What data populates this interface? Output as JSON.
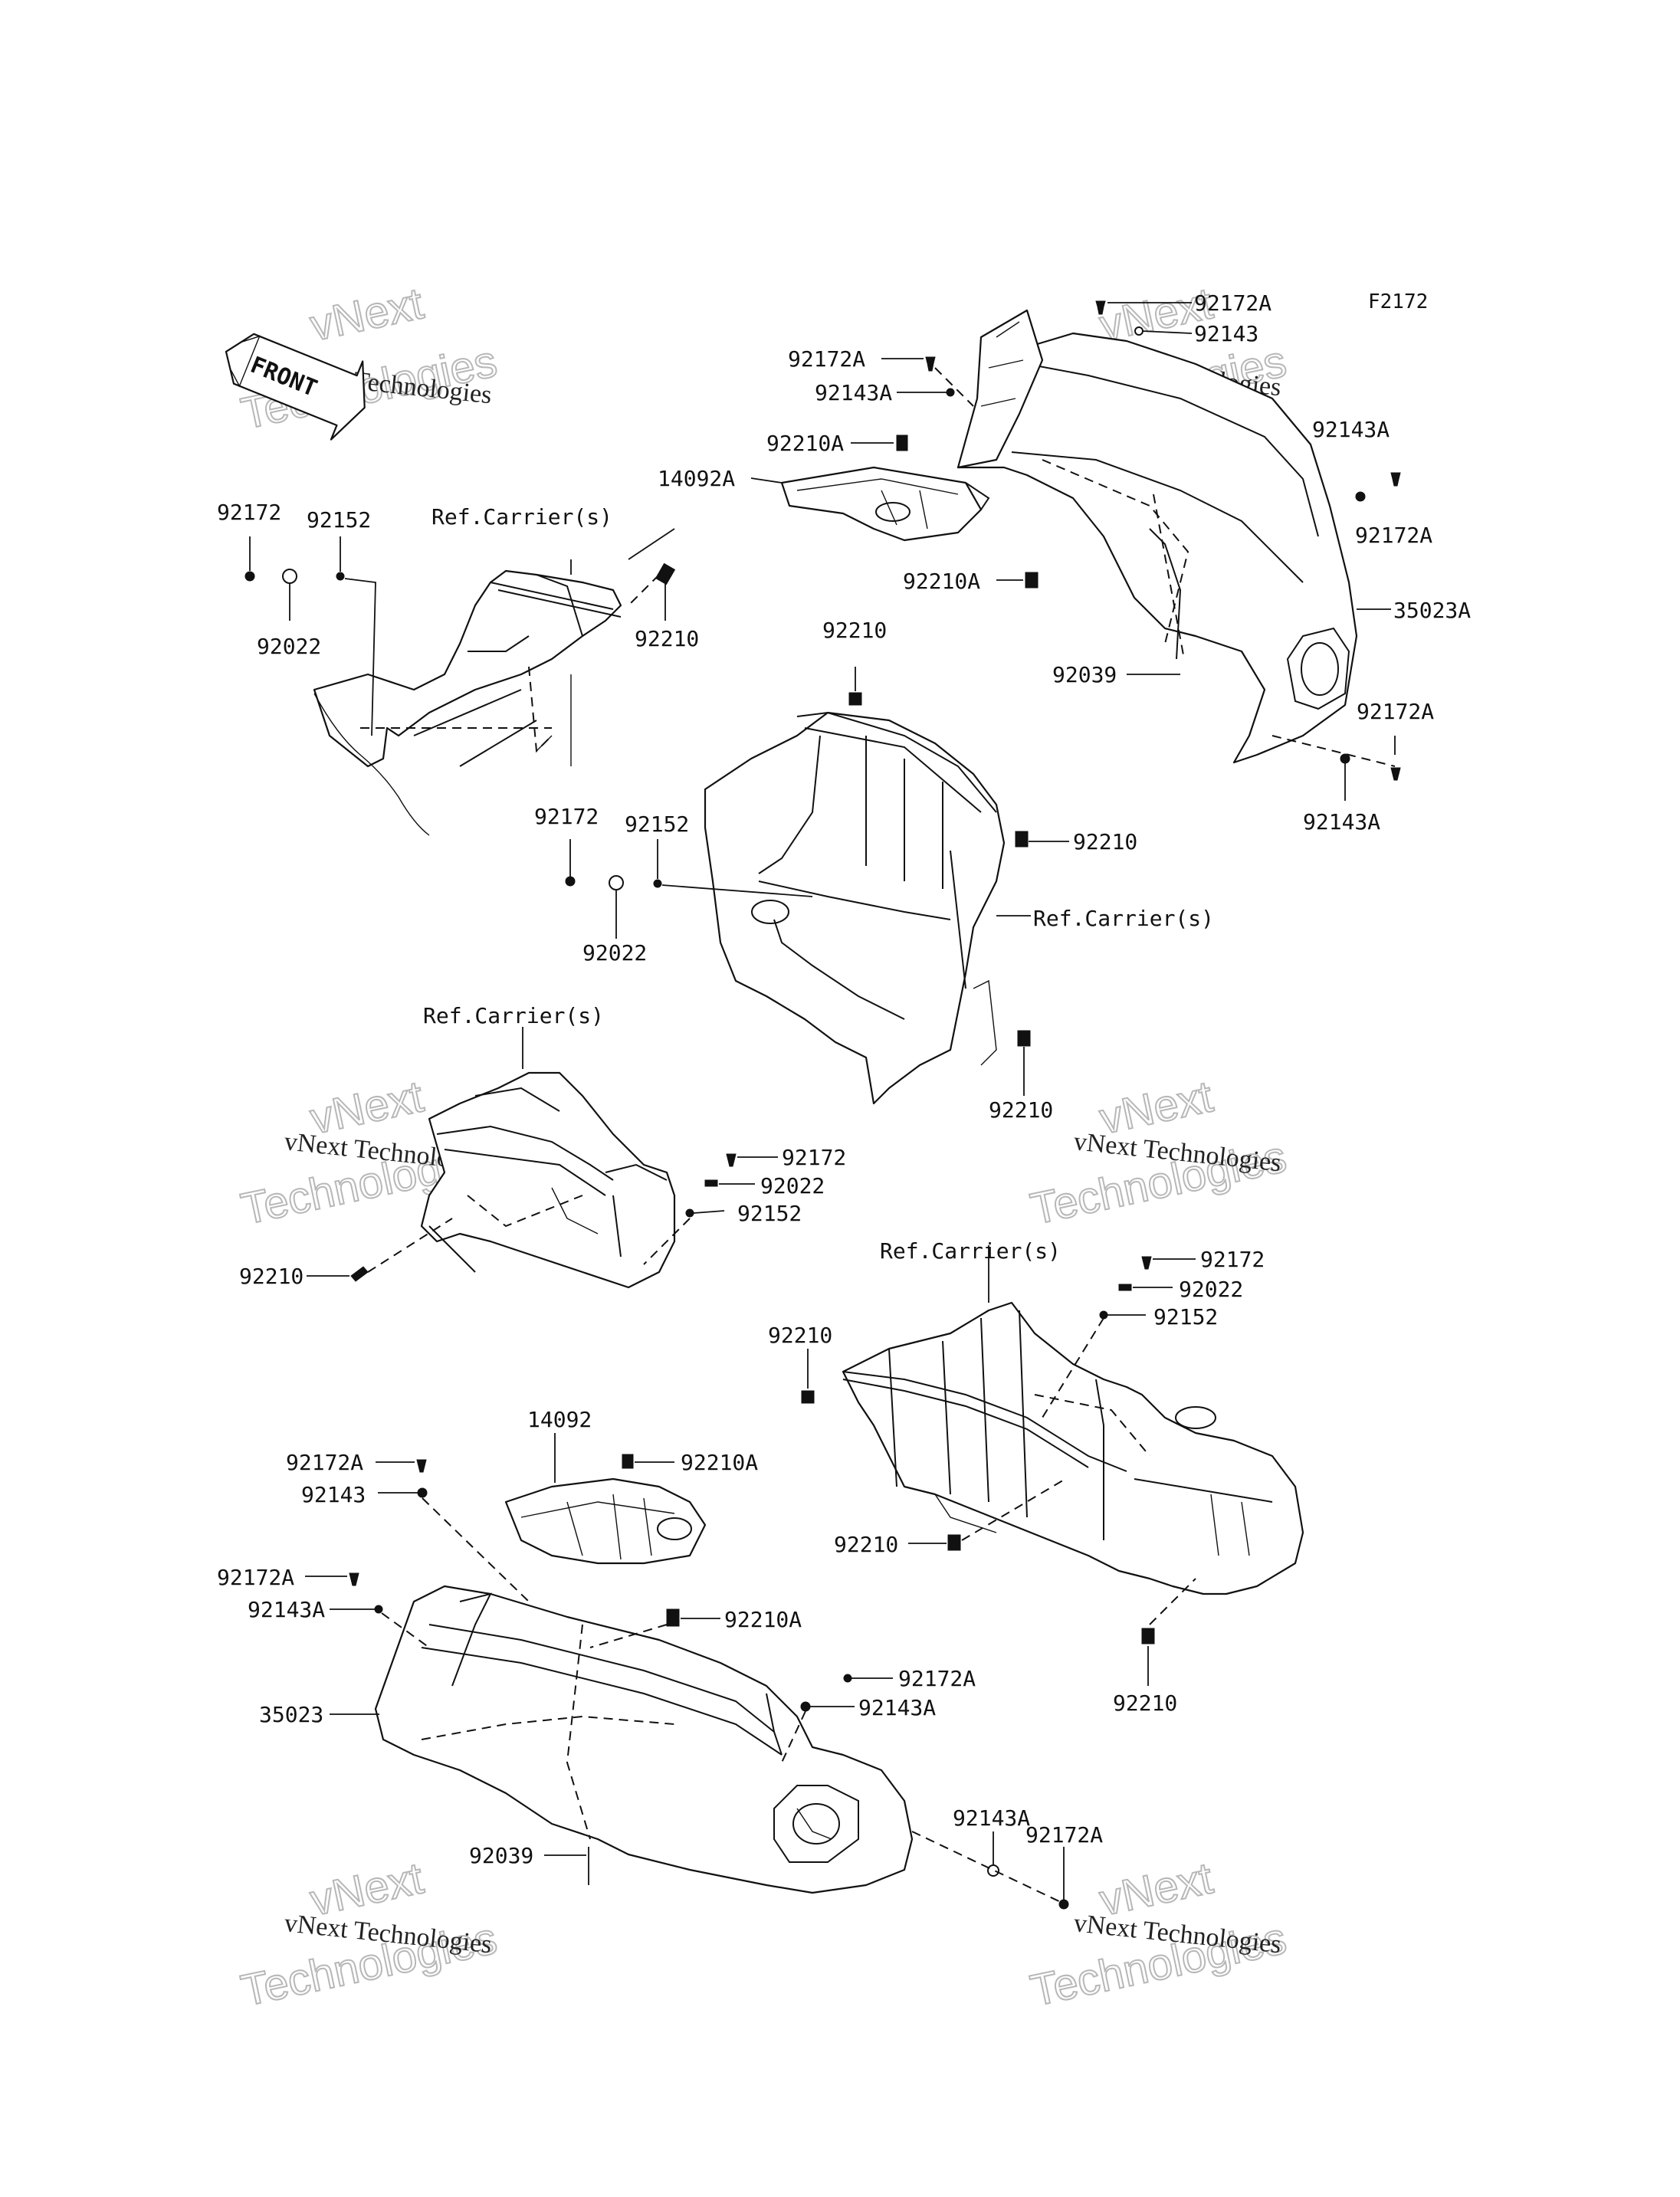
{
  "figure_code": "F2172",
  "front_label": "FRONT",
  "watermarks": [
    {
      "small": "vNext Technologies",
      "big": "Technologies",
      "top": "vNext"
    },
    {
      "small": "vNext Technologies",
      "big": "Technologies",
      "top": "vNext"
    },
    {
      "small": "vNext Technologies",
      "big": "Technologies",
      "top": "vNext"
    },
    {
      "small": "vNext Technologies",
      "big": "Technologies",
      "top": "vNext"
    },
    {
      "small": "vNext Technologies",
      "big": "Technologies",
      "top": "vNext"
    },
    {
      "small": "vNext Technologies",
      "big": "Technologies",
      "top": "vNext"
    }
  ],
  "labels": {
    "tr_92172A_top": "92172A",
    "tr_92143_top": "92143",
    "tr_92172A_left": "92172A",
    "tr_92143A_left": "92143A",
    "tr_92210A_a": "92210A",
    "tr_14092A": "14092A",
    "tr_92143A_right": "92143A",
    "tr_92172A_right": "92172A",
    "tr_92210A_b": "92210A",
    "tr_35023A": "35023A",
    "tr_92039": "92039",
    "tr_92172A_low": "92172A",
    "tr_92143A_low": "92143A",
    "tl_92172": "92172",
    "tl_92152": "92152",
    "tl_refcarrier": "Ref.Carrier(s)",
    "tl_92022": "92022",
    "tl_92210": "92210",
    "mc_92210_top": "92210",
    "mc_92172": "92172",
    "mc_92152": "92152",
    "mc_92210_right": "92210",
    "mc_refcarrier": "Ref.Carrier(s)",
    "mc_92022": "92022",
    "mc_92210_low": "92210",
    "ml_refcarrier": "Ref.Carrier(s)",
    "ml_92172": "92172",
    "ml_92022": "92022",
    "ml_92152": "92152",
    "ml_92210": "92210",
    "mr_refcarrier": "Ref.Carrier(s)",
    "mr_92172": "92172",
    "mr_92022": "92022",
    "mr_92152": "92152",
    "mr_92210_left": "92210",
    "mr_92210_mid": "92210",
    "mr_92210_low": "92210",
    "bl_14092": "14092",
    "bl_92172A_a": "92172A",
    "bl_92210A_a": "92210A",
    "bl_92143": "92143",
    "bl_92172A_b": "92172A",
    "bl_92143A_b": "92143A",
    "bl_92210A_b": "92210A",
    "bl_92172A_c": "92172A",
    "bl_35023": "35023",
    "bl_92143A_c": "92143A",
    "bl_92143A_d": "92143A",
    "bl_92172A_d": "92172A",
    "bl_92039": "92039"
  }
}
